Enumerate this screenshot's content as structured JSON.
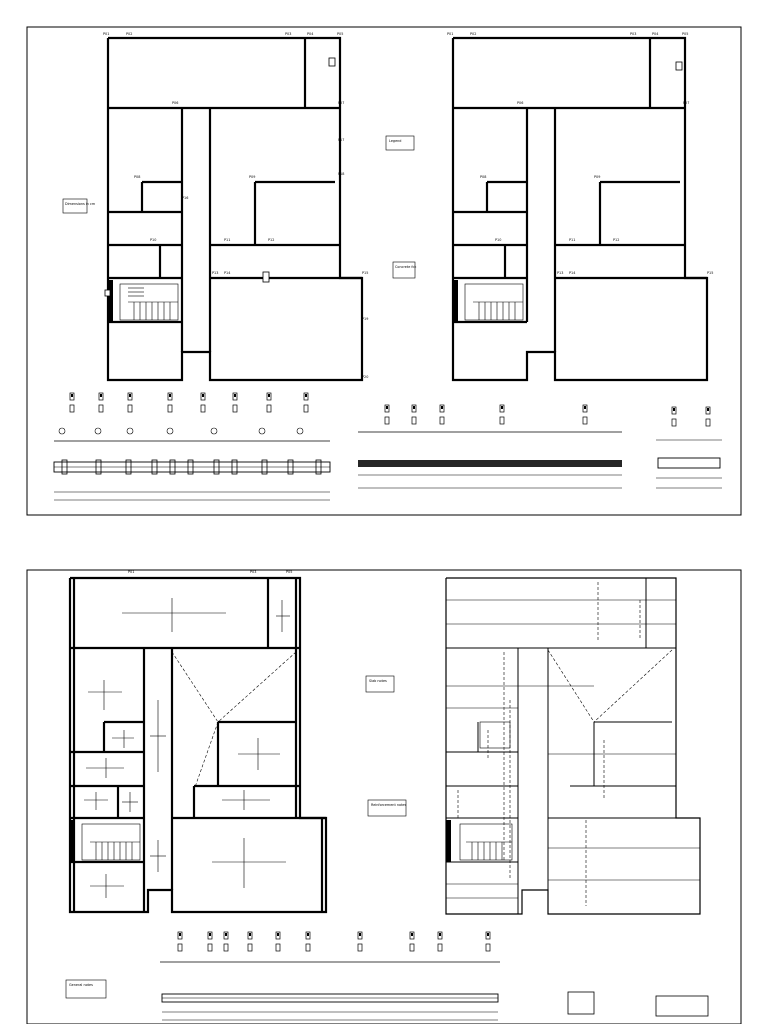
{
  "sheets": [
    {
      "id": "sheet-1",
      "panels": [
        "formwork-plan-left",
        "formwork-plan-right",
        "beam-elevations"
      ]
    },
    {
      "id": "sheet-2",
      "panels": [
        "slab-reinforcement-plan",
        "slab-reinforcement-detail-plan",
        "beam-elevations"
      ]
    }
  ],
  "pillar_labels_top": [
    "P01",
    "P02",
    "P03",
    "P04",
    "P05",
    "P06",
    "P07",
    "P08",
    "P09",
    "P10",
    "P11",
    "P12",
    "P13",
    "P14",
    "P15",
    "P16",
    "P17",
    "P18",
    "P19",
    "P20"
  ],
  "notes": {
    "sheet1_left": "Dimensions in cm",
    "sheet1_mid": "Legend",
    "sheet1_right": "Concrete fck",
    "sheet2_mid": "Slab notes",
    "sheet2_right": "Reinforcement notes",
    "sheet2_bottom": "General notes"
  },
  "colors": {
    "line": "#000000",
    "background": "#ffffff"
  }
}
